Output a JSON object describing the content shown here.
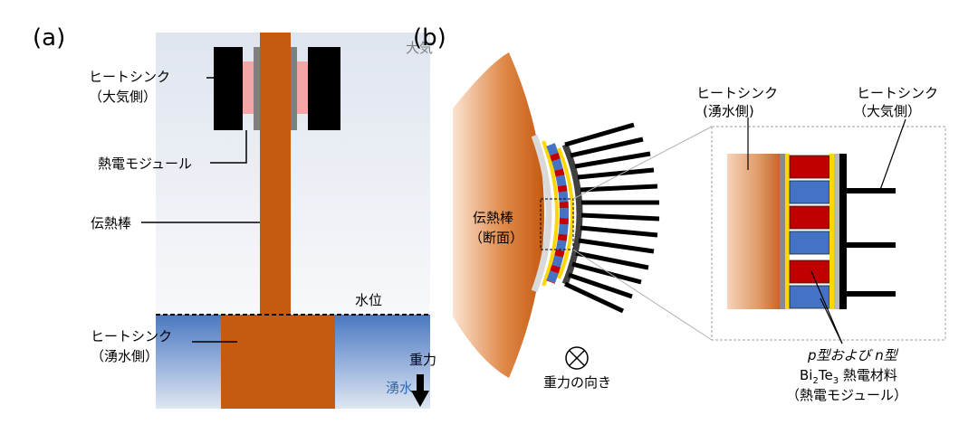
{
  "panel_a": {
    "panel_label": "(a)",
    "label_atmosphere": "大気",
    "label_heatsink_air_line1": "ヒートシンク",
    "label_heatsink_air_line2": "（大気側）",
    "label_thermoelectric_module": "熱電モジュール",
    "label_heat_rod": "伝熱棒",
    "label_water_level": "水位",
    "label_heatsink_spring_line1": "ヒートシンク",
    "label_heatsink_spring_line2": "（湧水側）",
    "label_spring_water": "湧水",
    "label_gravity": "重力"
  },
  "panel_b": {
    "panel_label": "(b)",
    "label_heat_rod_line1": "伝熱棒",
    "label_heat_rod_line2": "（断面）",
    "label_gravity_direction": "重力の向き",
    "label_heatsink_spring_line1": "ヒートシンク",
    "label_heatsink_spring_line2": "(湧水側)",
    "label_heatsink_air_line1": "ヒートシンク",
    "label_heatsink_air_line2": "（大気側）",
    "label_material_line1": "p型および n型",
    "label_material_line2_main": "Bi",
    "label_material_line2_sub1": "2",
    "label_material_line2_mid": "Te",
    "label_material_line2_sub2": "3",
    "label_material_line2_rest": " 熱電材料",
    "label_material_line3": "（熱電モジュール）"
  },
  "colors": {
    "copper": "#c55a11",
    "air_bg": "#eef1f6",
    "water": "#5b86c9",
    "heatsink_black": "#000000",
    "module_pink": "#f4a6a6",
    "p_type_red": "#c00000",
    "n_type_blue": "#4472c4",
    "electrode_yellow": "#ffd700",
    "water_text": "#2e6bb8",
    "atmosphere_text": "#808080"
  }
}
